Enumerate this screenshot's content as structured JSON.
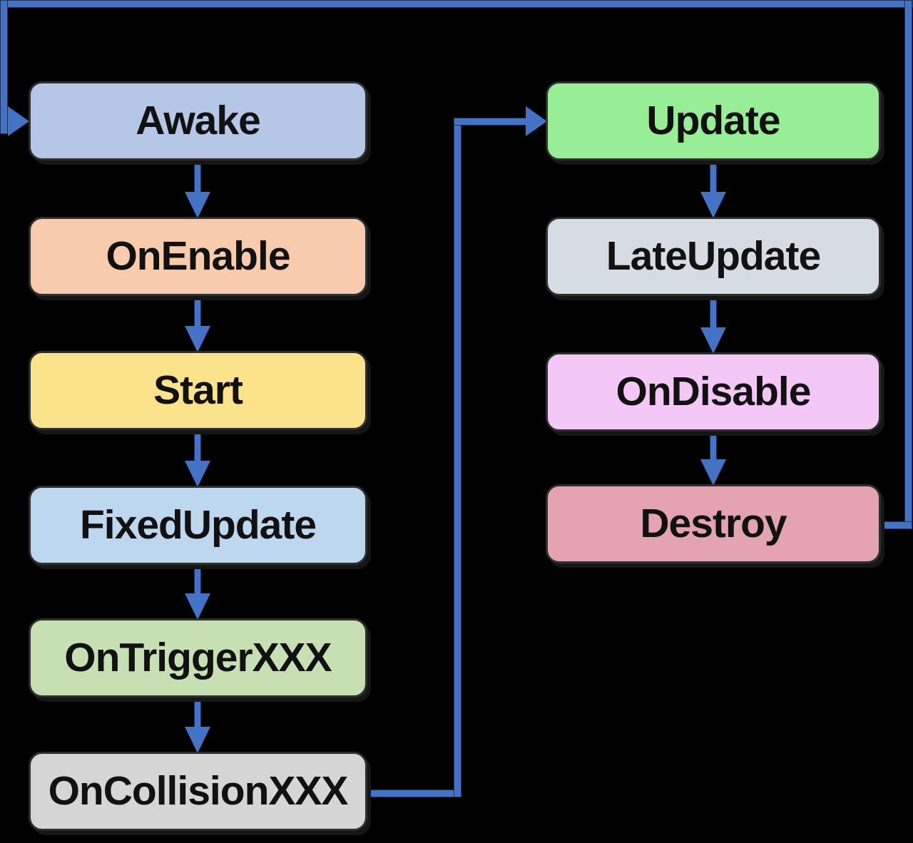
{
  "diagram": {
    "type": "flowchart",
    "description": "Unity MonoBehaviour lifecycle event flow"
  },
  "colors": {
    "background": "#000000",
    "arrow": "#4472C4",
    "arrow_edge": "#1F3464",
    "node_border": "#2E2E2E",
    "text": "#111111"
  },
  "nodes": [
    {
      "id": "awake",
      "label": "Awake",
      "fill": "#B4C7E7",
      "column": "left"
    },
    {
      "id": "onenable",
      "label": "OnEnable",
      "fill": "#F8CBAD",
      "column": "left"
    },
    {
      "id": "start",
      "label": "Start",
      "fill": "#FBE38C",
      "column": "left"
    },
    {
      "id": "fixedupdate",
      "label": "FixedUpdate",
      "fill": "#BDD7EE",
      "column": "left"
    },
    {
      "id": "ontriggerxxx",
      "label": "OnTriggerXXX",
      "fill": "#C6E0B4",
      "column": "left"
    },
    {
      "id": "oncollisionxxx",
      "label": "OnCollisionXXX",
      "fill": "#D5D5D5",
      "column": "left"
    },
    {
      "id": "update",
      "label": "Update",
      "fill": "#97EE97",
      "column": "right"
    },
    {
      "id": "lateupdate",
      "label": "LateUpdate",
      "fill": "#D6DCE4",
      "column": "right"
    },
    {
      "id": "ondisable",
      "label": "OnDisable",
      "fill": "#F3C8F6",
      "column": "right"
    },
    {
      "id": "destroy",
      "label": "Destroy",
      "fill": "#E4A4AF",
      "column": "right"
    }
  ],
  "edges": [
    {
      "from": "Awake",
      "to": "OnEnable"
    },
    {
      "from": "OnEnable",
      "to": "Start"
    },
    {
      "from": "Start",
      "to": "FixedUpdate"
    },
    {
      "from": "FixedUpdate",
      "to": "OnTriggerXXX"
    },
    {
      "from": "OnTriggerXXX",
      "to": "OnCollisionXXX"
    },
    {
      "from": "OnCollisionXXX",
      "to": "Update"
    },
    {
      "from": "Update",
      "to": "LateUpdate"
    },
    {
      "from": "LateUpdate",
      "to": "OnDisable"
    },
    {
      "from": "OnDisable",
      "to": "Destroy"
    },
    {
      "from": "Destroy",
      "to": "Awake"
    }
  ]
}
